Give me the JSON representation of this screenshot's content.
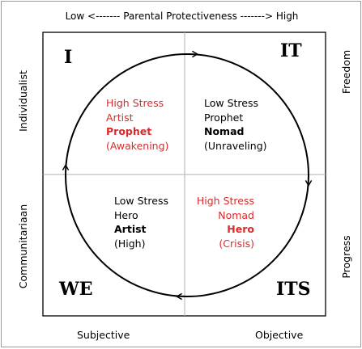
{
  "axes": {
    "top": "Low <------- Parental Protectiveness -------> High",
    "bottom_left": "Subjective",
    "bottom_right": "Objective",
    "left_top": "Individualist",
    "left_bottom": "Communitariaan",
    "right_top": "Freedom",
    "right_bottom": "Progress"
  },
  "quadrants": {
    "top_left": {
      "label": "I",
      "lines": [
        "High Stress",
        "Artist",
        "Prophet",
        "(Awakening)"
      ],
      "color": "#d92b2b"
    },
    "top_right": {
      "label": "IT",
      "lines": [
        "Low Stress",
        "Prophet",
        "Nomad",
        "(Unraveling)"
      ],
      "color": "#000000"
    },
    "bottom_left": {
      "label": "WE",
      "lines": [
        "Low Stress",
        "Hero",
        "Artist",
        "(High)"
      ],
      "color": "#000000"
    },
    "bottom_right": {
      "label": "ITS",
      "lines": [
        "High Stress",
        "Nomad",
        "Hero",
        "(Crisis)"
      ],
      "color": "#d92b2b"
    }
  },
  "colors": {
    "accent_red": "#d92b2b",
    "frame": "#000000",
    "divider": "#b0b0b0"
  },
  "cycle_direction": "clockwise"
}
